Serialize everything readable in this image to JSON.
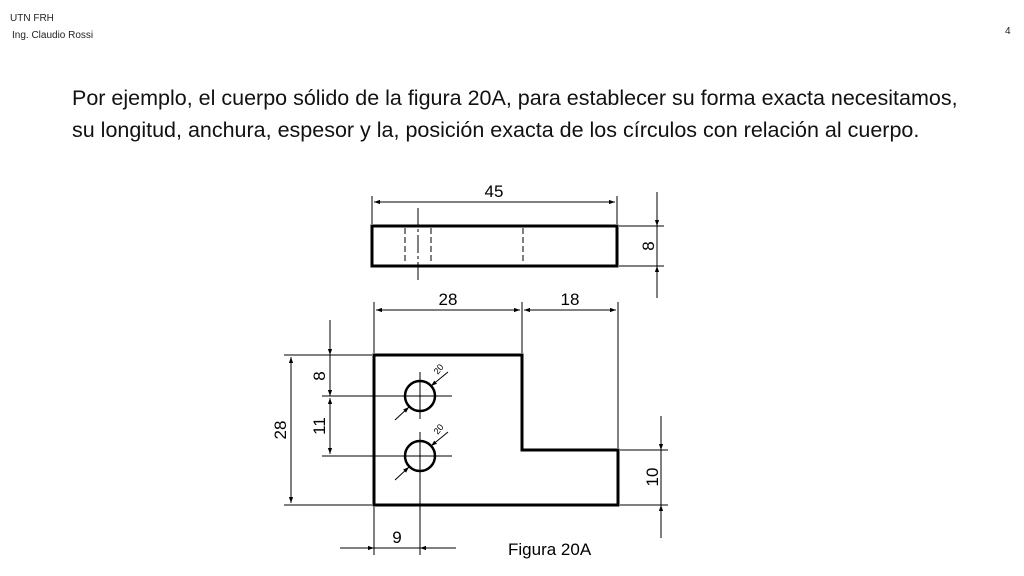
{
  "header": {
    "institution": "UTN FRH",
    "author": "Ing. Claudio Rossi",
    "page_number": "4"
  },
  "paragraph": "Por ejemplo, el cuerpo sólido de la figura 20A, para establecer su forma exacta necesitamos, su longitud, anchura, espesor y la, posición exacta de los círculos con relación al cuerpo.",
  "drawing": {
    "top_view_length": "45",
    "top_view_thickness": "8",
    "width_left": "28",
    "width_right": "18",
    "hole_offset_top": "8",
    "hole_spacing": "11",
    "total_height": "28",
    "hole_diameter_1": "20",
    "hole_diameter_2": "20",
    "step_height": "10",
    "hole_offset_left": "9",
    "caption": "Figura 20A"
  }
}
